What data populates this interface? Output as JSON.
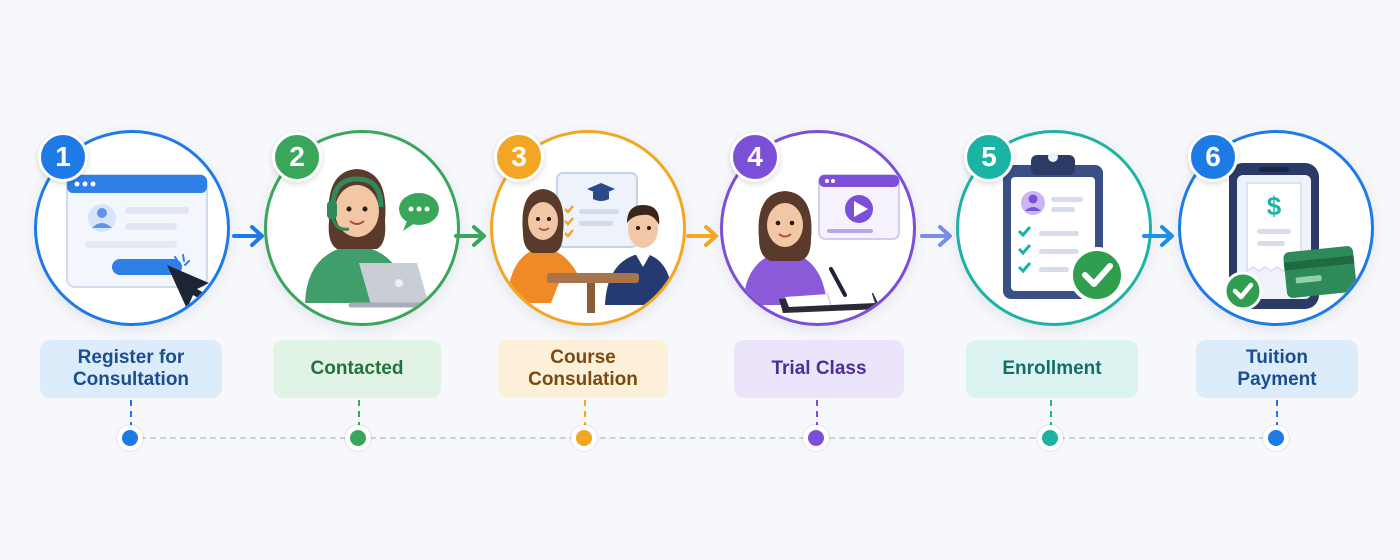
{
  "steps": [
    {
      "number": "1",
      "label": "Register for Consultation",
      "icon": "registration-form-icon",
      "color": "#1e7be6",
      "label_bg": "#ddecfb",
      "label_fg": "#1a4f8f"
    },
    {
      "number": "2",
      "label": "Contacted",
      "icon": "support-agent-icon",
      "color": "#3aa65a",
      "label_bg": "#e0f3e4",
      "label_fg": "#24713c"
    },
    {
      "number": "3",
      "label": "Course Consulation",
      "icon": "consultation-meeting-icon",
      "color": "#f2a623",
      "label_bg": "#fdf0d9",
      "label_fg": "#7a4a12"
    },
    {
      "number": "4",
      "label": "Trial Class",
      "icon": "online-class-icon",
      "color": "#7b4fd8",
      "label_bg": "#ece4fb",
      "label_fg": "#4e2e9a"
    },
    {
      "number": "5",
      "label": "Enrollment",
      "icon": "checklist-clipboard-icon",
      "color": "#1bb3a3",
      "label_bg": "#dbf4f1",
      "label_fg": "#146e66"
    },
    {
      "number": "6",
      "label": "Tuition Payment",
      "icon": "mobile-payment-icon",
      "color": "#1e7be6",
      "label_bg": "#ddecfb",
      "label_fg": "#1a4f8f"
    }
  ],
  "arrows": [
    {
      "color": "#1e7be6"
    },
    {
      "color": "#3aa65a"
    },
    {
      "color": "#f2a623"
    },
    {
      "color": "#7b8bea"
    },
    {
      "color": "#1e8fe6"
    }
  ]
}
